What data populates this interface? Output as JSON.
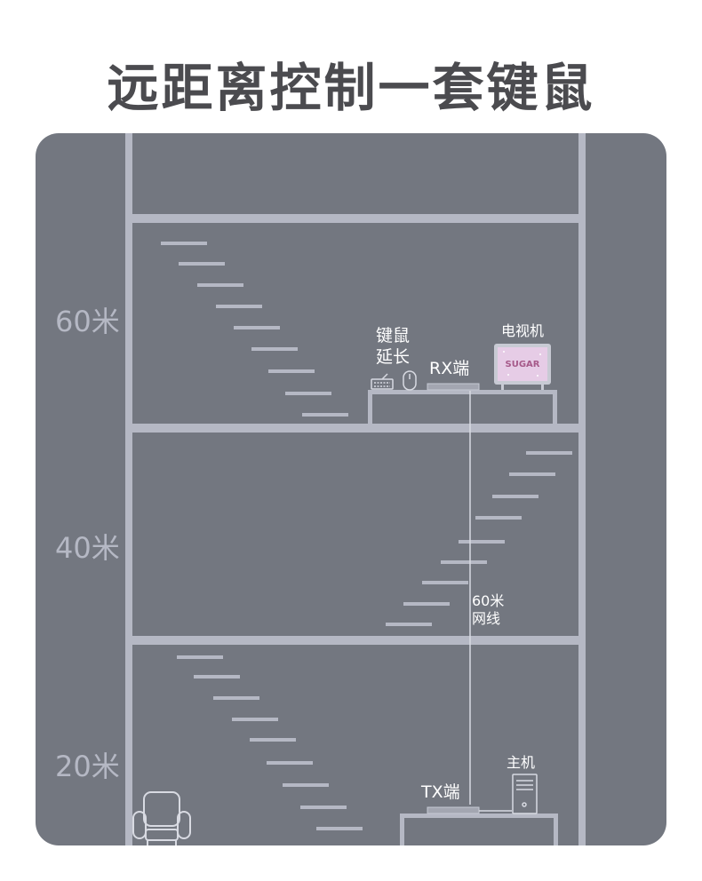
{
  "title": "远距离控制一套键鼠",
  "floors": {
    "f60": "60米",
    "f40": "40米",
    "f20": "20米"
  },
  "devices": {
    "keyboard_mouse_l1": "键鼠",
    "keyboard_mouse_l2": "延长",
    "rx": "RX端",
    "tv": "电视机",
    "tv_screen": "SUGAR",
    "tx": "TX端",
    "host": "主机"
  },
  "cable": {
    "line1": "60米",
    "line2": "网线"
  },
  "colors": {
    "panel": "#737780",
    "structure": "#b5b8c4",
    "label": "#ffffff",
    "tv_screen": "#e6cce6"
  }
}
